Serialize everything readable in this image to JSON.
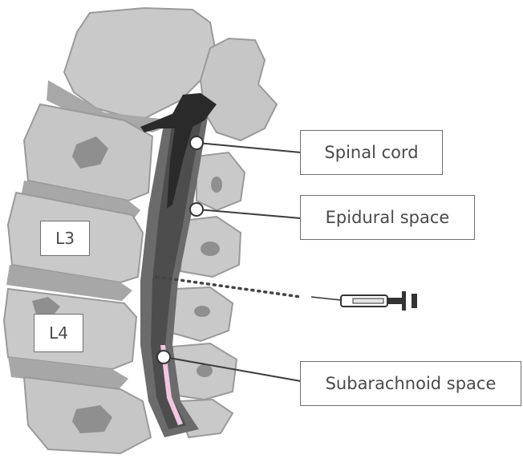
{
  "labels": {
    "spinal_cord": "Spinal cord",
    "epidural_space": "Epidural space",
    "subarachnoid_space": "Subarachnoid space",
    "vertebra_l3": "L3",
    "vertebra_l4": "L4"
  },
  "colors": {
    "bone_light": "#c9c9c9",
    "bone_mid": "#b3b3b3",
    "bone_dark": "#8f8f8f",
    "bone_hole": "#7d7d7d",
    "disc": "#a7a7a7",
    "canal_outer": "#6b6b6b",
    "canal_mid": "#4d4d4d",
    "canal_inner": "#5e5e5e",
    "cord": "#2a2a2a",
    "accent_pink": "#f2c6e0",
    "leader_line": "#3c3c3c"
  }
}
